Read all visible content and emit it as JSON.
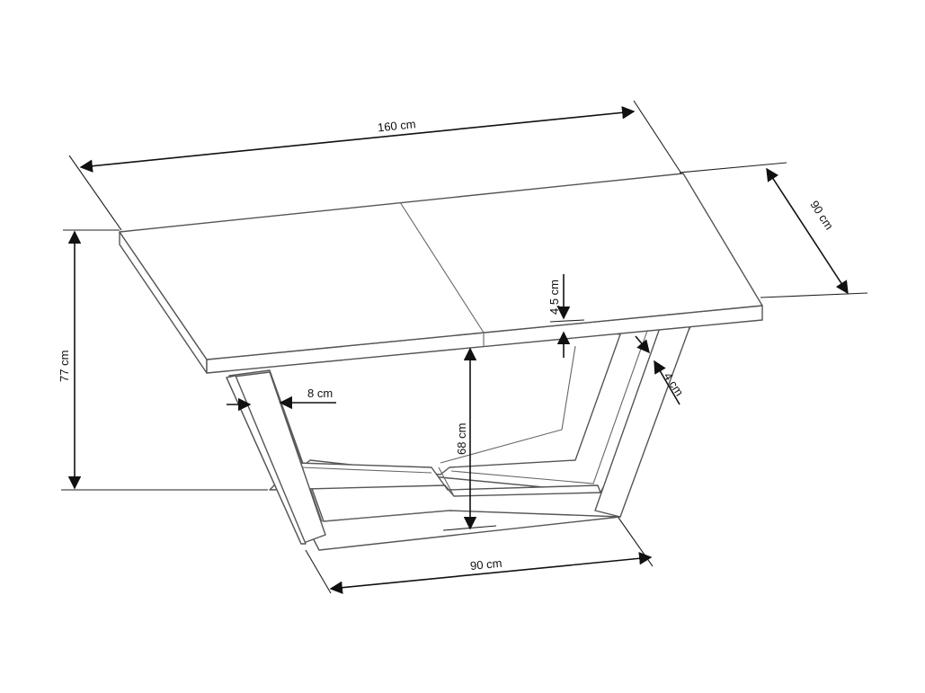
{
  "colors": {
    "line": "#555555",
    "dimension": "#111111",
    "background": "#ffffff"
  },
  "dimensions": {
    "length": "160 cm",
    "depth": "90 cm",
    "height": "77 cm",
    "top_thickness": "4,5 cm",
    "leg_width": "8 cm",
    "frame_thickness": "4 cm",
    "clearance_height": "68 cm",
    "base_width": "90 cm"
  }
}
